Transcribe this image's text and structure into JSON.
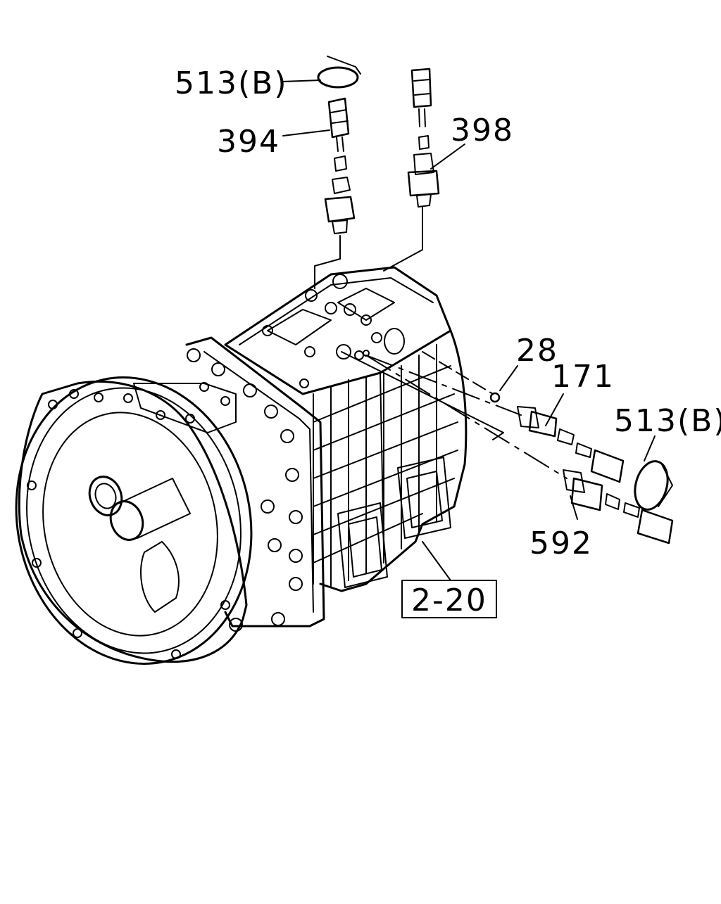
{
  "labels": {
    "p513b_top": "513(B)",
    "p394": "394",
    "p398": "398",
    "p28": "28",
    "p171": "171",
    "p513b_right": "513(B)",
    "p592": "592",
    "ref_box": "2-20"
  }
}
